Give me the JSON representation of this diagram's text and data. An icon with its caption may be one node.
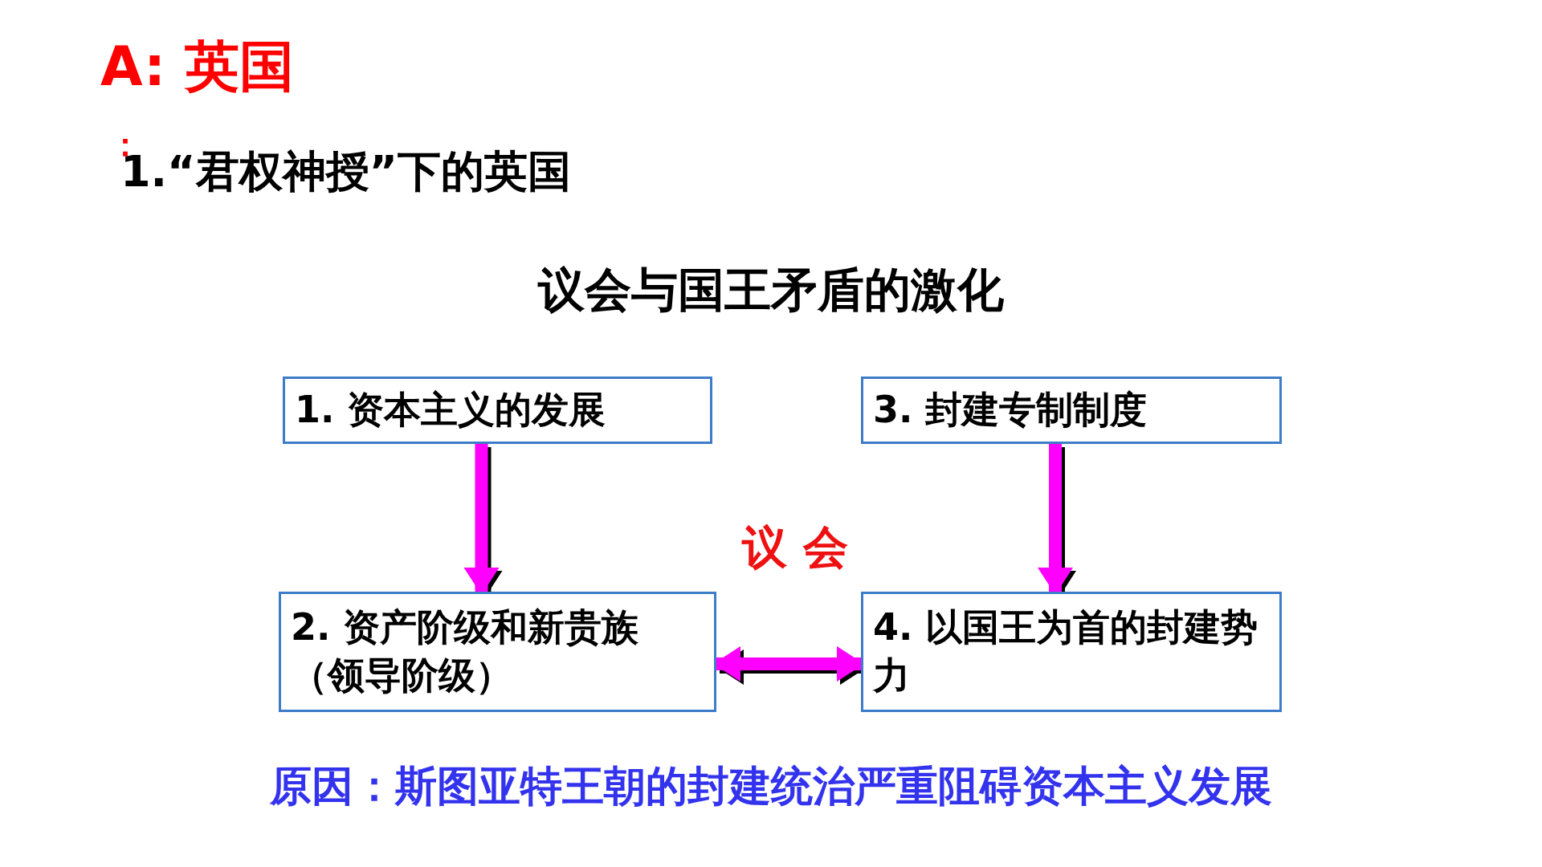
{
  "diagram": {
    "title": "A: 英国",
    "nodes": [
      {
        "text": [
          "1. 资本主义的发展"
        ]
      },
      {
        "text": [
          "3. 封建专制制度"
        ]
      },
      {
        "text": [
          "2. 资产阶级和新贵族（领导阶级）"
        ]
      },
      {
        "text": [
          "4. 以国王为首的封建势力"
        ]
      }
    ],
    "edges": [
      {
        "from": 0,
        "to": 2,
        "arrow": "to"
      },
      {
        "from": 1,
        "to": 3,
        "arrow": "to"
      },
      {
        "from": 2,
        "to": 3,
        "arrow": "both"
      }
    ],
    "labels": [
      "：",
      "1.“君权神授”下的英国",
      "议会与国王矛盾的激化",
      "议 会"
    ],
    "caption": "原因：斯图亚特王朝的封建统治严重阻碍资本主义发展"
  }
}
